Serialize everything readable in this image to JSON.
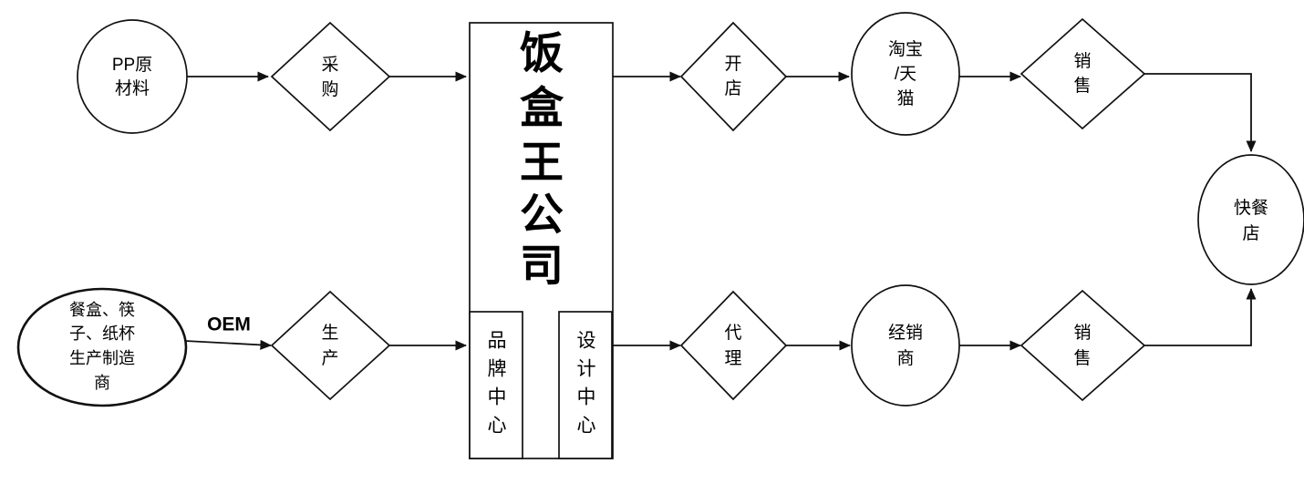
{
  "diagram": {
    "title_node": {
      "id": "company",
      "label": "饭盒王公司",
      "chars": [
        "饭",
        "盒",
        "王",
        "司"
      ],
      "lines": [
        "饭",
        "盒",
        "王",
        "公",
        "司"
      ]
    },
    "nodes": [
      {
        "id": "pp-raw-material",
        "shape": "ellipse",
        "lines": [
          "PP原",
          "材料"
        ],
        "label": "PP原材料"
      },
      {
        "id": "procurement",
        "shape": "diamond",
        "lines": [
          "采",
          "购"
        ],
        "label": "采购"
      },
      {
        "id": "open-shop",
        "shape": "diamond",
        "lines": [
          "开",
          "店"
        ],
        "label": "开店"
      },
      {
        "id": "taobao-tmall",
        "shape": "ellipse",
        "lines": [
          "淘宝",
          "/天",
          "猫"
        ],
        "label": "淘宝/天猫"
      },
      {
        "id": "sales-online",
        "shape": "diamond",
        "lines": [
          "销",
          "售"
        ],
        "label": "销售"
      },
      {
        "id": "fast-food-shop",
        "shape": "ellipse",
        "lines": [
          "快餐",
          "店"
        ],
        "label": "快餐店"
      },
      {
        "id": "oem-manufacturer",
        "shape": "ellipse",
        "lines": [
          "餐盒、筷",
          "子、纸杯",
          "生产制造",
          "商"
        ],
        "label": "餐盒、筷子、纸杯生产制造商"
      },
      {
        "id": "production",
        "shape": "diamond",
        "lines": [
          "生",
          "产"
        ],
        "label": "生产"
      },
      {
        "id": "brand-center",
        "shape": "rect",
        "lines": [
          "品",
          "牌",
          "中",
          "心"
        ],
        "label": "品牌中心"
      },
      {
        "id": "design-center",
        "shape": "rect",
        "lines": [
          "设",
          "计",
          "中",
          "心"
        ],
        "label": "设计中心"
      },
      {
        "id": "agency",
        "shape": "diamond",
        "lines": [
          "代",
          "理"
        ],
        "label": "代理"
      },
      {
        "id": "distributor",
        "shape": "ellipse",
        "lines": [
          "经销",
          "商"
        ],
        "label": "经销商"
      },
      {
        "id": "sales-offline",
        "shape": "diamond",
        "lines": [
          "销",
          "售"
        ],
        "label": "销售"
      }
    ],
    "edges": [
      {
        "id": "edge-oem-production",
        "from": "oem-manufacturer",
        "to": "production",
        "label": "OEM"
      }
    ],
    "colors": {
      "stroke": "#111111",
      "fill": "#ffffff",
      "text": "#000000"
    }
  }
}
